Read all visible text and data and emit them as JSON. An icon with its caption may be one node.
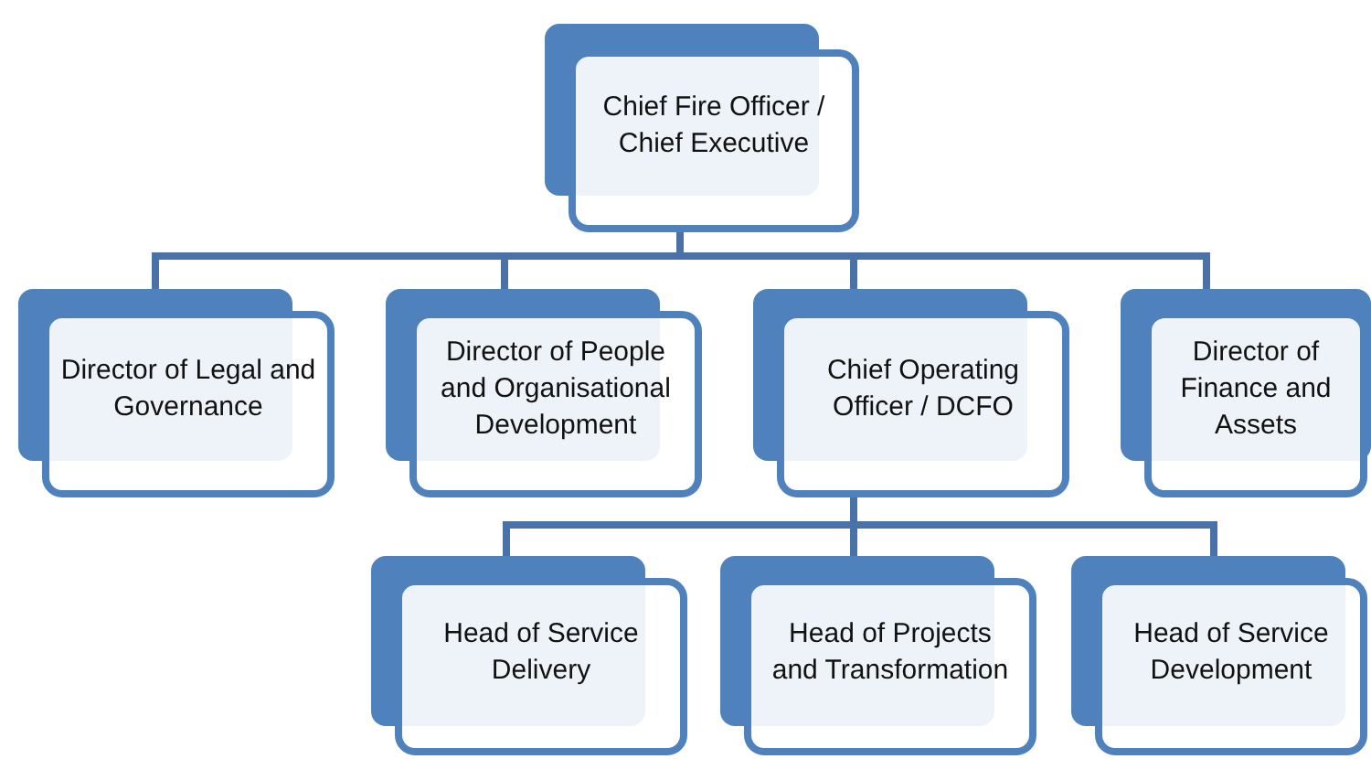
{
  "diagram": {
    "nodes": [
      {
        "text": [
          "Chief Fire Officer / Chief Executive"
        ]
      },
      {
        "text": [
          "Director of Legal and Governance"
        ]
      },
      {
        "text": [
          "Director of People and Organisational Development"
        ]
      },
      {
        "text": [
          "Chief Operating Officer / DCFO"
        ]
      },
      {
        "text": [
          "Director of Finance and Assets"
        ]
      },
      {
        "text": [
          "Head of Service Delivery"
        ]
      },
      {
        "text": [
          "Head of Projects and Transformation"
        ]
      },
      {
        "text": [
          "Head of Service Development"
        ]
      }
    ],
    "edges": [
      {
        "from": 0,
        "to": 1,
        "arrow": "none"
      },
      {
        "from": 0,
        "to": 2,
        "arrow": "none"
      },
      {
        "from": 0,
        "to": 3,
        "arrow": "none"
      },
      {
        "from": 0,
        "to": 4,
        "arrow": "none"
      },
      {
        "from": 3,
        "to": 5,
        "arrow": "none"
      },
      {
        "from": 3,
        "to": 6,
        "arrow": "none"
      },
      {
        "from": 3,
        "to": 7,
        "arrow": "none"
      }
    ]
  }
}
